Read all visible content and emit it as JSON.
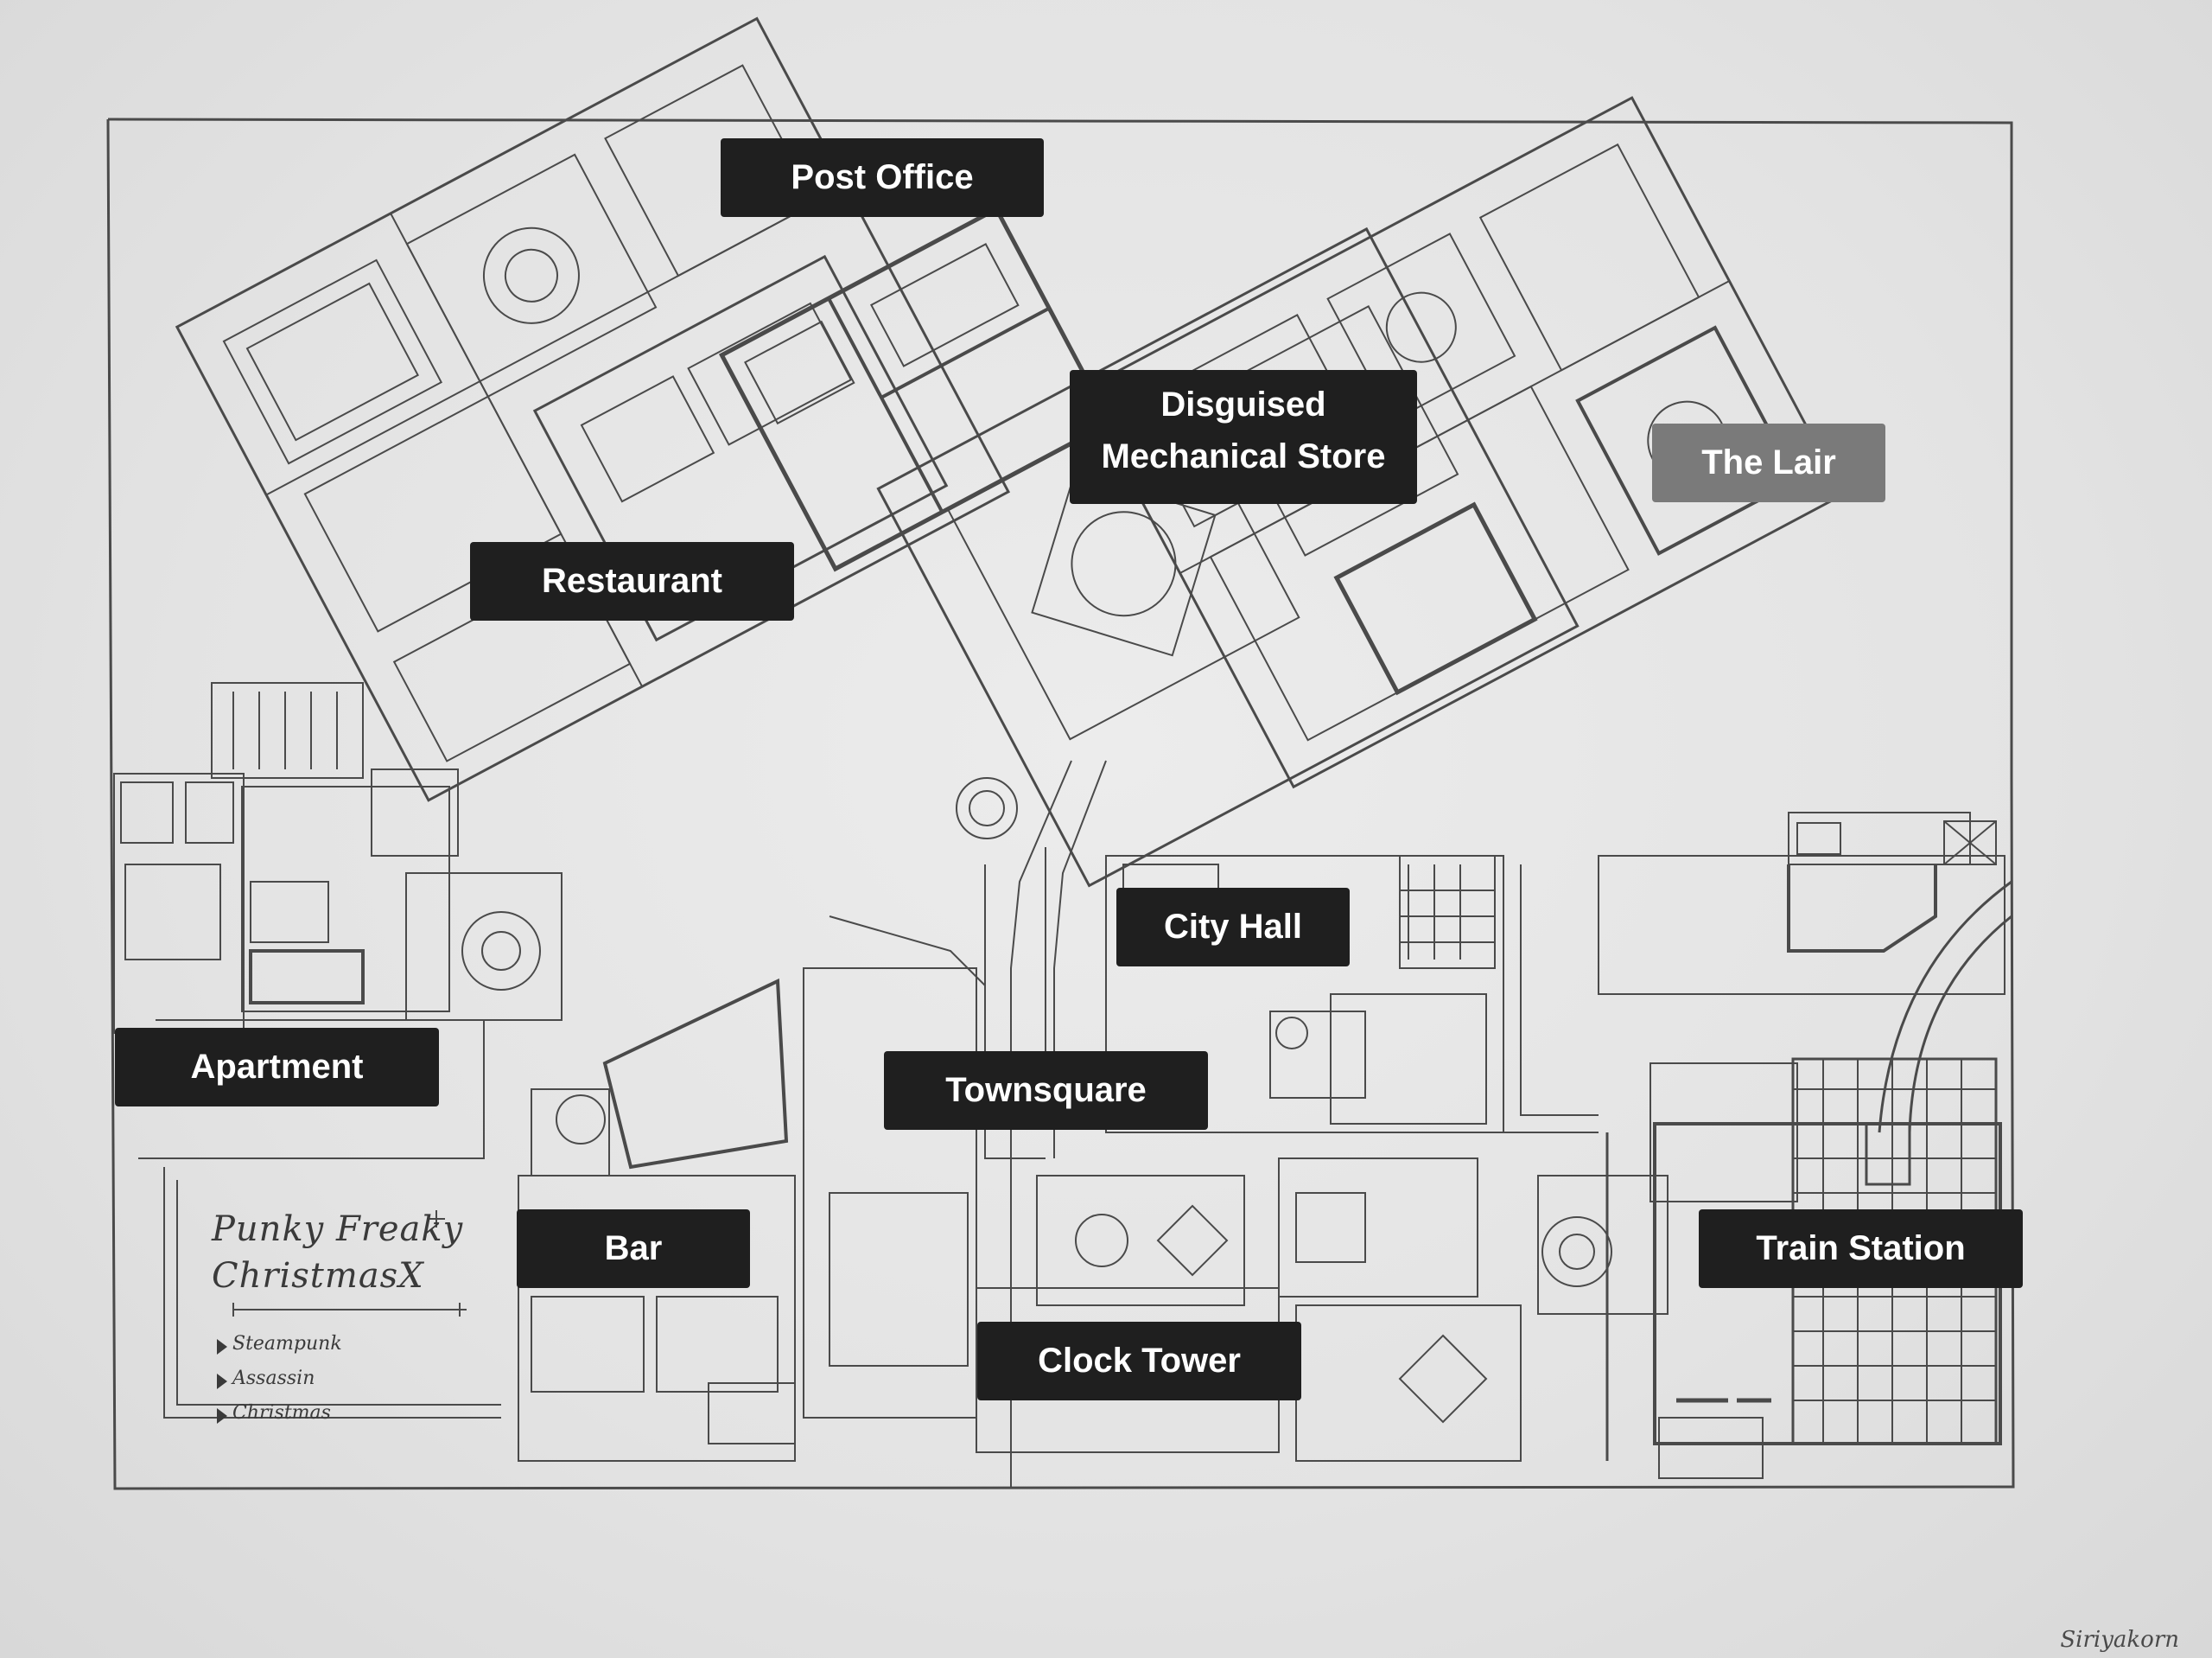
{
  "map": {
    "locations": [
      {
        "id": "post-office",
        "label": "Post Office"
      },
      {
        "id": "disguised-mechanical-store",
        "label_line1": "Disguised",
        "label_line2": "Mechanical Store"
      },
      {
        "id": "the-lair",
        "label": "The Lair"
      },
      {
        "id": "restaurant",
        "label": "Restaurant"
      },
      {
        "id": "city-hall",
        "label": "City Hall"
      },
      {
        "id": "apartment",
        "label": "Apartment"
      },
      {
        "id": "townsquare",
        "label": "Townsquare"
      },
      {
        "id": "bar",
        "label": "Bar"
      },
      {
        "id": "train-station",
        "label": "Train Station"
      },
      {
        "id": "clock-tower",
        "label": "Clock Tower"
      }
    ]
  },
  "legend": {
    "title_line1": "Punky Freaky",
    "title_line2": "ChristmasX",
    "items": [
      "Steampunk",
      "Assassin",
      "Christmas"
    ]
  },
  "signature": "Siriyakorn",
  "colors": {
    "label_background": "#1f1f1f",
    "label_dim_background": "#7a7a7a",
    "label_text": "#ffffff",
    "pencil": "#4a4a4a",
    "paper": "#e4e4e4"
  }
}
